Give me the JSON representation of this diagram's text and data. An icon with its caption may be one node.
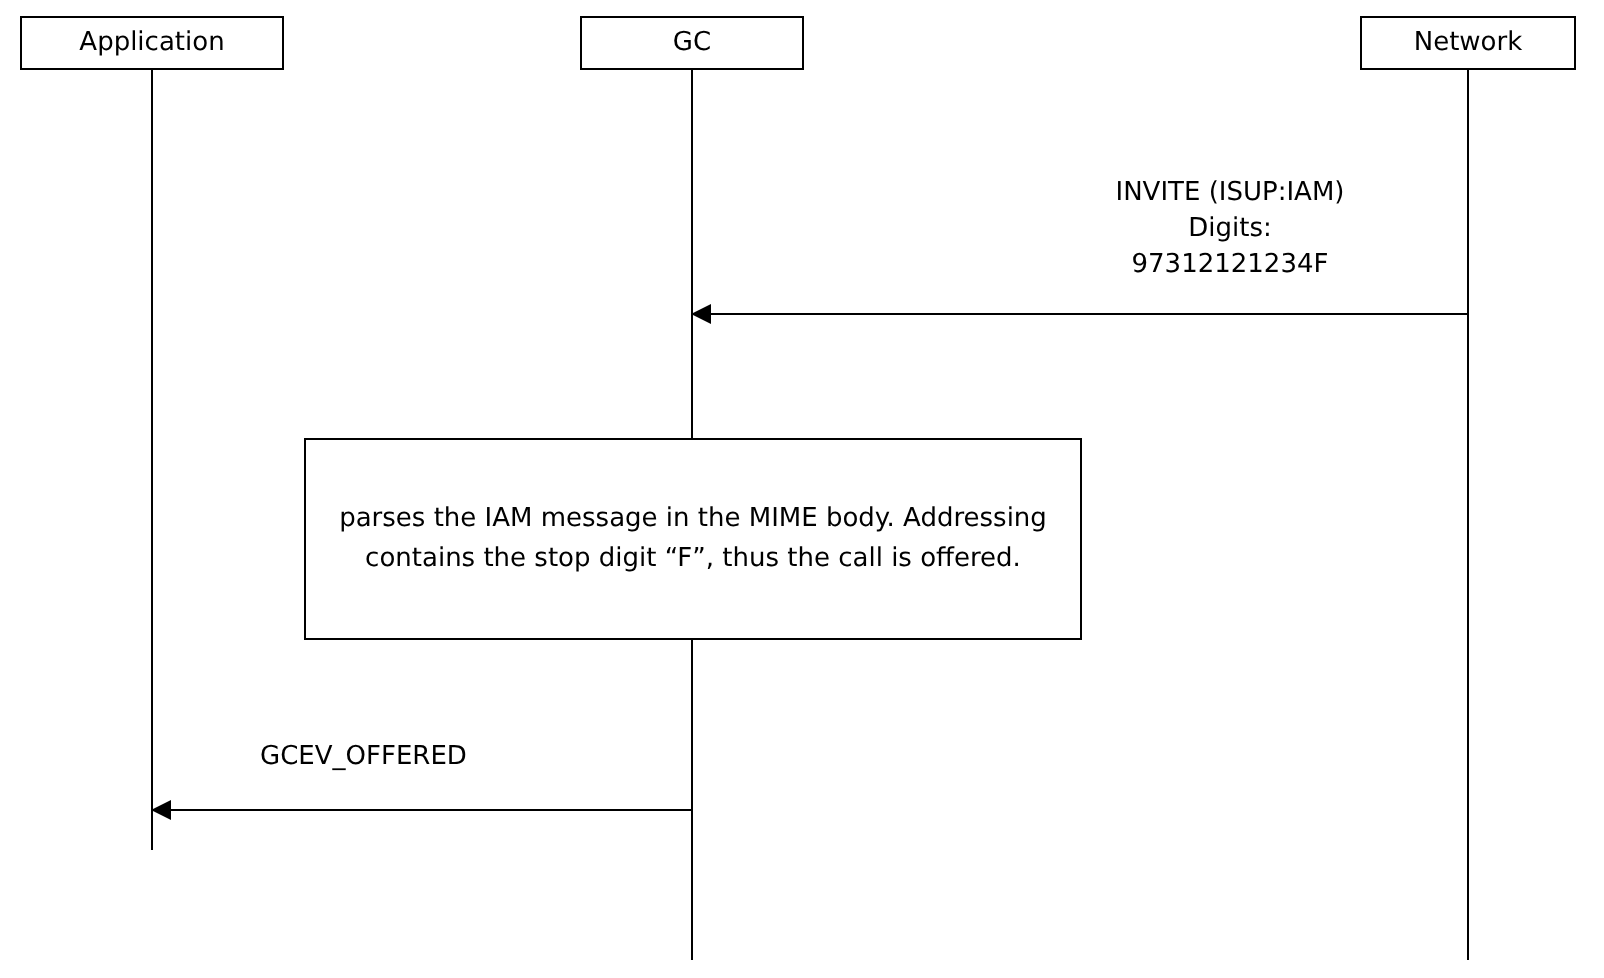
{
  "diagram": {
    "nodes": [
      {
        "text": [
          "Application"
        ]
      },
      {
        "text": [
          "GC"
        ]
      },
      {
        "text": [
          "Network"
        ]
      },
      {
        "text": [
          "parses the IAM message in the MIME body. Addressing contains the stop digit “F”, thus the call is offered."
        ]
      }
    ],
    "edges": [
      {
        "from": 2,
        "to": 1,
        "arrow": "to",
        "label": "INVITE (ISUP:IAM) Digits: 97312121234F"
      },
      {
        "from": 1,
        "to": 0,
        "arrow": "to",
        "label": "GCEV_OFFERED"
      }
    ]
  }
}
